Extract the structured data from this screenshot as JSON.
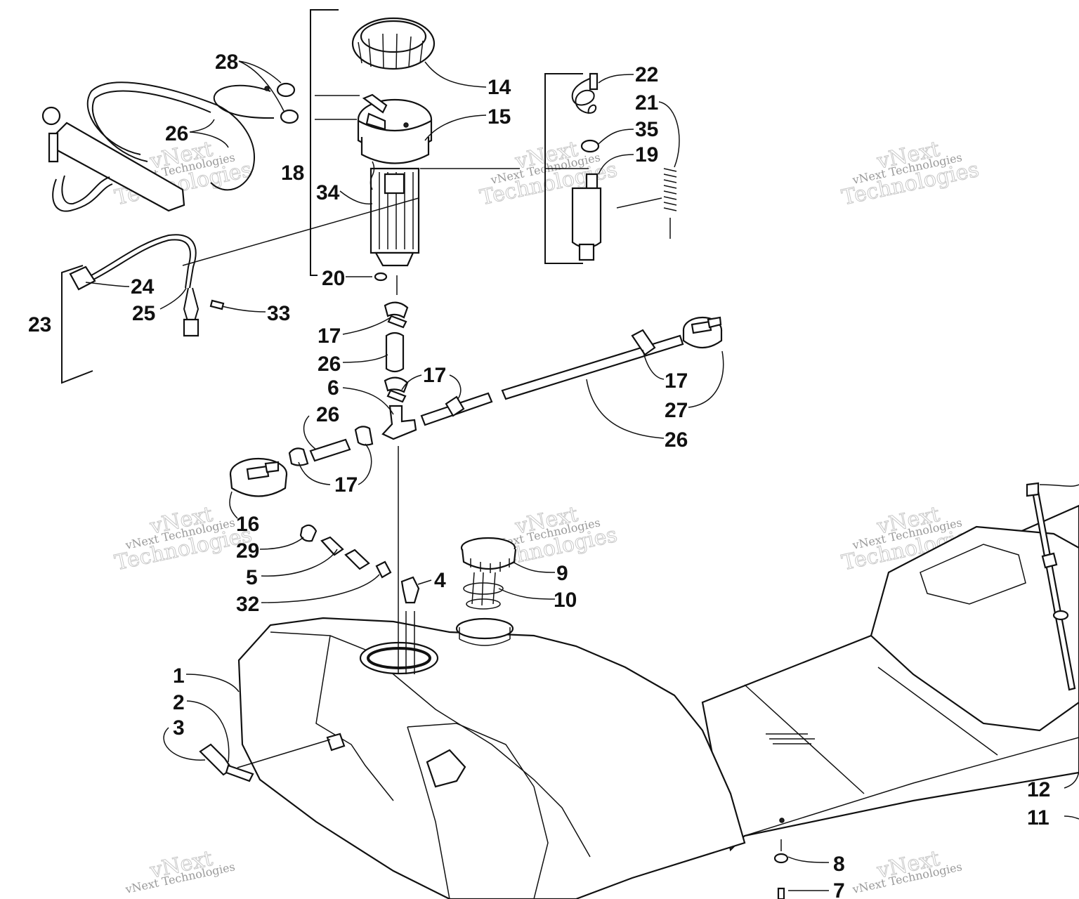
{
  "watermark": {
    "line1": "vNext Technologies",
    "line2": "vNext",
    "line3": "Technologies"
  },
  "callouts": [
    {
      "id": "c1",
      "text": "1"
    },
    {
      "id": "c2",
      "text": "2"
    },
    {
      "id": "c3",
      "text": "3"
    },
    {
      "id": "c4",
      "text": "4"
    },
    {
      "id": "c5",
      "text": "5"
    },
    {
      "id": "c6",
      "text": "6"
    },
    {
      "id": "c7",
      "text": "7"
    },
    {
      "id": "c8",
      "text": "8"
    },
    {
      "id": "c9",
      "text": "9"
    },
    {
      "id": "c10",
      "text": "10"
    },
    {
      "id": "c11",
      "text": "11"
    },
    {
      "id": "c12",
      "text": "12"
    },
    {
      "id": "c14",
      "text": "14"
    },
    {
      "id": "c15",
      "text": "15"
    },
    {
      "id": "c16",
      "text": "16"
    },
    {
      "id": "c17a",
      "text": "17"
    },
    {
      "id": "c17b",
      "text": "17"
    },
    {
      "id": "c17c",
      "text": "17"
    },
    {
      "id": "c17d",
      "text": "17"
    },
    {
      "id": "c18",
      "text": "18"
    },
    {
      "id": "c19",
      "text": "19"
    },
    {
      "id": "c20",
      "text": "20"
    },
    {
      "id": "c21",
      "text": "21"
    },
    {
      "id": "c22",
      "text": "22"
    },
    {
      "id": "c23",
      "text": "23"
    },
    {
      "id": "c24",
      "text": "24"
    },
    {
      "id": "c25",
      "text": "25"
    },
    {
      "id": "c26a",
      "text": "26"
    },
    {
      "id": "c26b",
      "text": "26"
    },
    {
      "id": "c26c",
      "text": "26"
    },
    {
      "id": "c26d",
      "text": "26"
    },
    {
      "id": "c27",
      "text": "27"
    },
    {
      "id": "c28",
      "text": "28"
    },
    {
      "id": "c29",
      "text": "29"
    },
    {
      "id": "c32",
      "text": "32"
    },
    {
      "id": "c33",
      "text": "33"
    },
    {
      "id": "c34",
      "text": "34"
    },
    {
      "id": "c35",
      "text": "35"
    }
  ]
}
